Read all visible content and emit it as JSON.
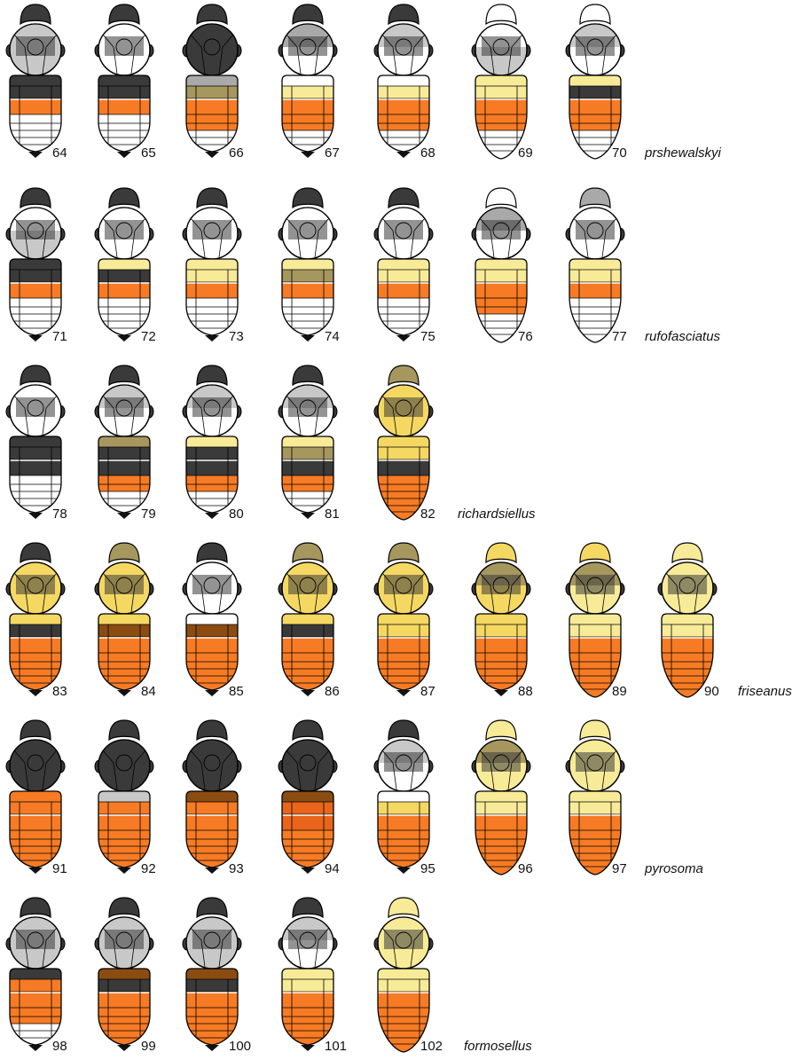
{
  "colors": {
    "white": "#ffffff",
    "light_grey": "#c8c8c8",
    "mid_grey": "#a9a9a9",
    "black": "#3a3a3a",
    "pale_yellow": "#f8eb98",
    "yellow": "#f5d862",
    "olive": "#a6975e",
    "orange": "#f77b24",
    "dark_orange": "#e8651b",
    "brown": "#8b4c12",
    "outline": "#000000"
  },
  "rows": [
    {
      "species": "prshewalskyi",
      "morphs": [
        {
          "id": "64",
          "head": "black",
          "scutum": "light_grey",
          "scutellum": "light_grey",
          "t1": "black",
          "t2": "black",
          "t3": "orange",
          "t4": "white",
          "t5": "white",
          "sting": true,
          "taper": false
        },
        {
          "id": "65",
          "head": "black",
          "scutum": "white",
          "scutellum": "white",
          "t1": "black",
          "t2": "black",
          "t3": "orange",
          "t4": "white",
          "t5": "white",
          "sting": true,
          "taper": false
        },
        {
          "id": "66",
          "head": "black",
          "scutum": "black",
          "scutellum": "black",
          "t1": "mid_grey",
          "t2": "olive",
          "t3": "orange",
          "t4": "orange",
          "t5": "white",
          "sting": true,
          "taper": false
        },
        {
          "id": "67",
          "head": "black",
          "scutum": "mid_grey",
          "scutellum": "white",
          "t1": "white",
          "t2": "pale_yellow",
          "t3": "orange",
          "t4": "orange",
          "t5": "white",
          "sting": true,
          "taper": false
        },
        {
          "id": "68",
          "head": "black",
          "scutum": "light_grey",
          "scutellum": "white",
          "t1": "white",
          "t2": "pale_yellow",
          "t3": "orange",
          "t4": "orange",
          "t5": "white",
          "sting": true,
          "taper": false
        },
        {
          "id": "69",
          "head": "white",
          "scutum": "white",
          "scutellum": "light_grey",
          "t1": "pale_yellow",
          "t2": "pale_yellow",
          "t3": "orange",
          "t4": "orange",
          "t5": "white",
          "sting": false,
          "taper": true
        },
        {
          "id": "70",
          "head": "white",
          "scutum": "light_grey",
          "scutellum": "white",
          "t1": "pale_yellow",
          "t2": "black",
          "t3": "orange",
          "t4": "orange",
          "t5": "white",
          "sting": false,
          "taper": true
        }
      ]
    },
    {
      "species": "rufofasciatus",
      "morphs": [
        {
          "id": "71",
          "head": "black",
          "scutum": "white",
          "scutellum": "light_grey",
          "t1": "black",
          "t2": "black",
          "t3": "orange",
          "t4": "white",
          "t5": "white",
          "sting": true,
          "taper": false
        },
        {
          "id": "72",
          "head": "black",
          "scutum": "white",
          "scutellum": "white",
          "t1": "pale_yellow",
          "t2": "black",
          "t3": "orange",
          "t4": "white",
          "t5": "white",
          "sting": true,
          "taper": false
        },
        {
          "id": "73",
          "head": "black",
          "scutum": "white",
          "scutellum": "white",
          "t1": "pale_yellow",
          "t2": "pale_yellow",
          "t3": "orange",
          "t4": "white",
          "t5": "white",
          "sting": true,
          "taper": false
        },
        {
          "id": "74",
          "head": "black",
          "scutum": "white",
          "scutellum": "white",
          "t1": "pale_yellow",
          "t2": "olive",
          "t3": "orange",
          "t4": "white",
          "t5": "white",
          "sting": true,
          "taper": false
        },
        {
          "id": "75",
          "head": "black",
          "scutum": "white",
          "scutellum": "white",
          "t1": "pale_yellow",
          "t2": "pale_yellow",
          "t3": "orange",
          "t4": "white",
          "t5": "white",
          "sting": true,
          "taper": false
        },
        {
          "id": "76",
          "head": "white",
          "scutum": "mid_grey",
          "scutellum": "white",
          "t1": "pale_yellow",
          "t2": "pale_yellow",
          "t3": "orange",
          "t4": "orange",
          "t5": "white",
          "sting": false,
          "taper": true
        },
        {
          "id": "77",
          "head": "mid_grey",
          "scutum": "white",
          "scutellum": "white",
          "t1": "pale_yellow",
          "t2": "pale_yellow",
          "t3": "orange",
          "t4": "white",
          "t5": "white",
          "sting": false,
          "taper": true
        }
      ]
    },
    {
      "species": "richardsiellus",
      "morphs": [
        {
          "id": "78",
          "head": "black",
          "scutum": "white",
          "scutellum": "white",
          "t1": "black",
          "t2": "black",
          "t3": "black",
          "t4": "white",
          "t5": "white",
          "sting": true,
          "taper": false
        },
        {
          "id": "79",
          "head": "black",
          "scutum": "light_grey",
          "scutellum": "white",
          "t1": "olive",
          "t2": "black",
          "t3": "black",
          "t4": "orange",
          "t5": "white",
          "sting": true,
          "taper": false
        },
        {
          "id": "80",
          "head": "black",
          "scutum": "light_grey",
          "scutellum": "white",
          "t1": "pale_yellow",
          "t2": "black",
          "t3": "black",
          "t4": "orange",
          "t5": "white",
          "sting": true,
          "taper": false
        },
        {
          "id": "81",
          "head": "black",
          "scutum": "light_grey",
          "scutellum": "white",
          "t1": "pale_yellow",
          "t2": "olive",
          "t3": "black",
          "t4": "orange",
          "t5": "white",
          "sting": true,
          "taper": false
        },
        {
          "id": "82",
          "head": "olive",
          "scutum": "yellow",
          "scutellum": "yellow",
          "t1": "yellow",
          "t2": "yellow",
          "t3": "black",
          "t4": "orange",
          "t5": "orange",
          "sting": false,
          "taper": true
        }
      ]
    },
    {
      "species": "friseanus",
      "morphs": [
        {
          "id": "83",
          "head": "black",
          "scutum": "yellow",
          "scutellum": "yellow",
          "t1": "yellow",
          "t2": "black",
          "t3": "orange",
          "t4": "orange",
          "t5": "orange",
          "sting": true,
          "taper": false
        },
        {
          "id": "84",
          "head": "olive",
          "scutum": "yellow",
          "scutellum": "yellow",
          "t1": "yellow",
          "t2": "brown",
          "t3": "orange",
          "t4": "orange",
          "t5": "orange",
          "sting": true,
          "taper": false
        },
        {
          "id": "85",
          "head": "black",
          "scutum": "white",
          "scutellum": "white",
          "t1": "white",
          "t2": "brown",
          "t3": "orange",
          "t4": "orange",
          "t5": "orange",
          "sting": true,
          "taper": false
        },
        {
          "id": "86",
          "head": "olive",
          "scutum": "yellow",
          "scutellum": "yellow",
          "t1": "yellow",
          "t2": "black",
          "t3": "orange",
          "t4": "orange",
          "t5": "orange",
          "sting": true,
          "taper": false
        },
        {
          "id": "87",
          "head": "olive",
          "scutum": "yellow",
          "scutellum": "yellow",
          "t1": "yellow",
          "t2": "yellow",
          "t3": "orange",
          "t4": "orange",
          "t5": "orange",
          "sting": true,
          "taper": false
        },
        {
          "id": "88",
          "head": "yellow",
          "scutum": "olive",
          "scutellum": "yellow",
          "t1": "yellow",
          "t2": "yellow",
          "t3": "orange",
          "t4": "orange",
          "t5": "orange",
          "sting": true,
          "taper": false
        },
        {
          "id": "89",
          "head": "yellow",
          "scutum": "olive",
          "scutellum": "pale_yellow",
          "t1": "pale_yellow",
          "t2": "pale_yellow",
          "t3": "orange",
          "t4": "orange",
          "t5": "orange",
          "sting": false,
          "taper": true
        },
        {
          "id": "90",
          "head": "pale_yellow",
          "scutum": "pale_yellow",
          "scutellum": "pale_yellow",
          "t1": "pale_yellow",
          "t2": "pale_yellow",
          "t3": "orange",
          "t4": "orange",
          "t5": "orange",
          "sting": false,
          "taper": true
        }
      ]
    },
    {
      "species": "pyrosoma",
      "morphs": [
        {
          "id": "91",
          "head": "black",
          "scutum": "black",
          "scutellum": "black",
          "t1": "orange",
          "t2": "orange",
          "t3": "orange",
          "t4": "orange",
          "t5": "orange",
          "sting": true,
          "taper": false
        },
        {
          "id": "92",
          "head": "black",
          "scutum": "black",
          "scutellum": "black",
          "t1": "light_grey",
          "t2": "orange",
          "t3": "orange",
          "t4": "orange",
          "t5": "orange",
          "sting": true,
          "taper": false
        },
        {
          "id": "93",
          "head": "black",
          "scutum": "black",
          "scutellum": "black",
          "t1": "brown",
          "t2": "orange",
          "t3": "orange",
          "t4": "orange",
          "t5": "orange",
          "sting": true,
          "taper": false
        },
        {
          "id": "94",
          "head": "black",
          "scutum": "black",
          "scutellum": "black",
          "t1": "brown",
          "t2": "dark_orange",
          "t3": "dark_orange",
          "t4": "orange",
          "t5": "orange",
          "sting": true,
          "taper": false
        },
        {
          "id": "95",
          "head": "black",
          "scutum": "light_grey",
          "scutellum": "white",
          "t1": "white",
          "t2": "yellow",
          "t3": "orange",
          "t4": "orange",
          "t5": "orange",
          "sting": true,
          "taper": false
        },
        {
          "id": "96",
          "head": "pale_yellow",
          "scutum": "olive",
          "scutellum": "pale_yellow",
          "t1": "pale_yellow",
          "t2": "pale_yellow",
          "t3": "orange",
          "t4": "orange",
          "t5": "orange",
          "sting": false,
          "taper": true
        },
        {
          "id": "97",
          "head": "pale_yellow",
          "scutum": "pale_yellow",
          "scutellum": "pale_yellow",
          "t1": "pale_yellow",
          "t2": "pale_yellow",
          "t3": "orange",
          "t4": "orange",
          "t5": "orange",
          "sting": false,
          "taper": true
        }
      ]
    },
    {
      "species": "formosellus",
      "morphs": [
        {
          "id": "98",
          "head": "black",
          "scutum": "light_grey",
          "scutellum": "light_grey",
          "t1": "black",
          "t2": "orange",
          "t3": "orange",
          "t4": "orange",
          "t5": "white",
          "sting": true,
          "taper": false
        },
        {
          "id": "99",
          "head": "black",
          "scutum": "light_grey",
          "scutellum": "light_grey",
          "t1": "brown",
          "t2": "black",
          "t3": "orange",
          "t4": "orange",
          "t5": "orange",
          "sting": true,
          "taper": false
        },
        {
          "id": "100",
          "head": "black",
          "scutum": "light_grey",
          "scutellum": "light_grey",
          "t1": "brown",
          "t2": "black",
          "t3": "orange",
          "t4": "orange",
          "t5": "orange",
          "sting": true,
          "taper": false
        },
        {
          "id": "101",
          "head": "black",
          "scutum": "light_grey",
          "scutellum": "white",
          "t1": "pale_yellow",
          "t2": "pale_yellow",
          "t3": "orange",
          "t4": "orange",
          "t5": "orange",
          "sting": true,
          "taper": false
        },
        {
          "id": "102",
          "head": "pale_yellow",
          "scutum": "pale_yellow",
          "scutellum": "pale_yellow",
          "t1": "pale_yellow",
          "t2": "pale_yellow",
          "t3": "orange",
          "t4": "orange",
          "t5": "orange",
          "sting": false,
          "taper": true
        }
      ]
    }
  ]
}
